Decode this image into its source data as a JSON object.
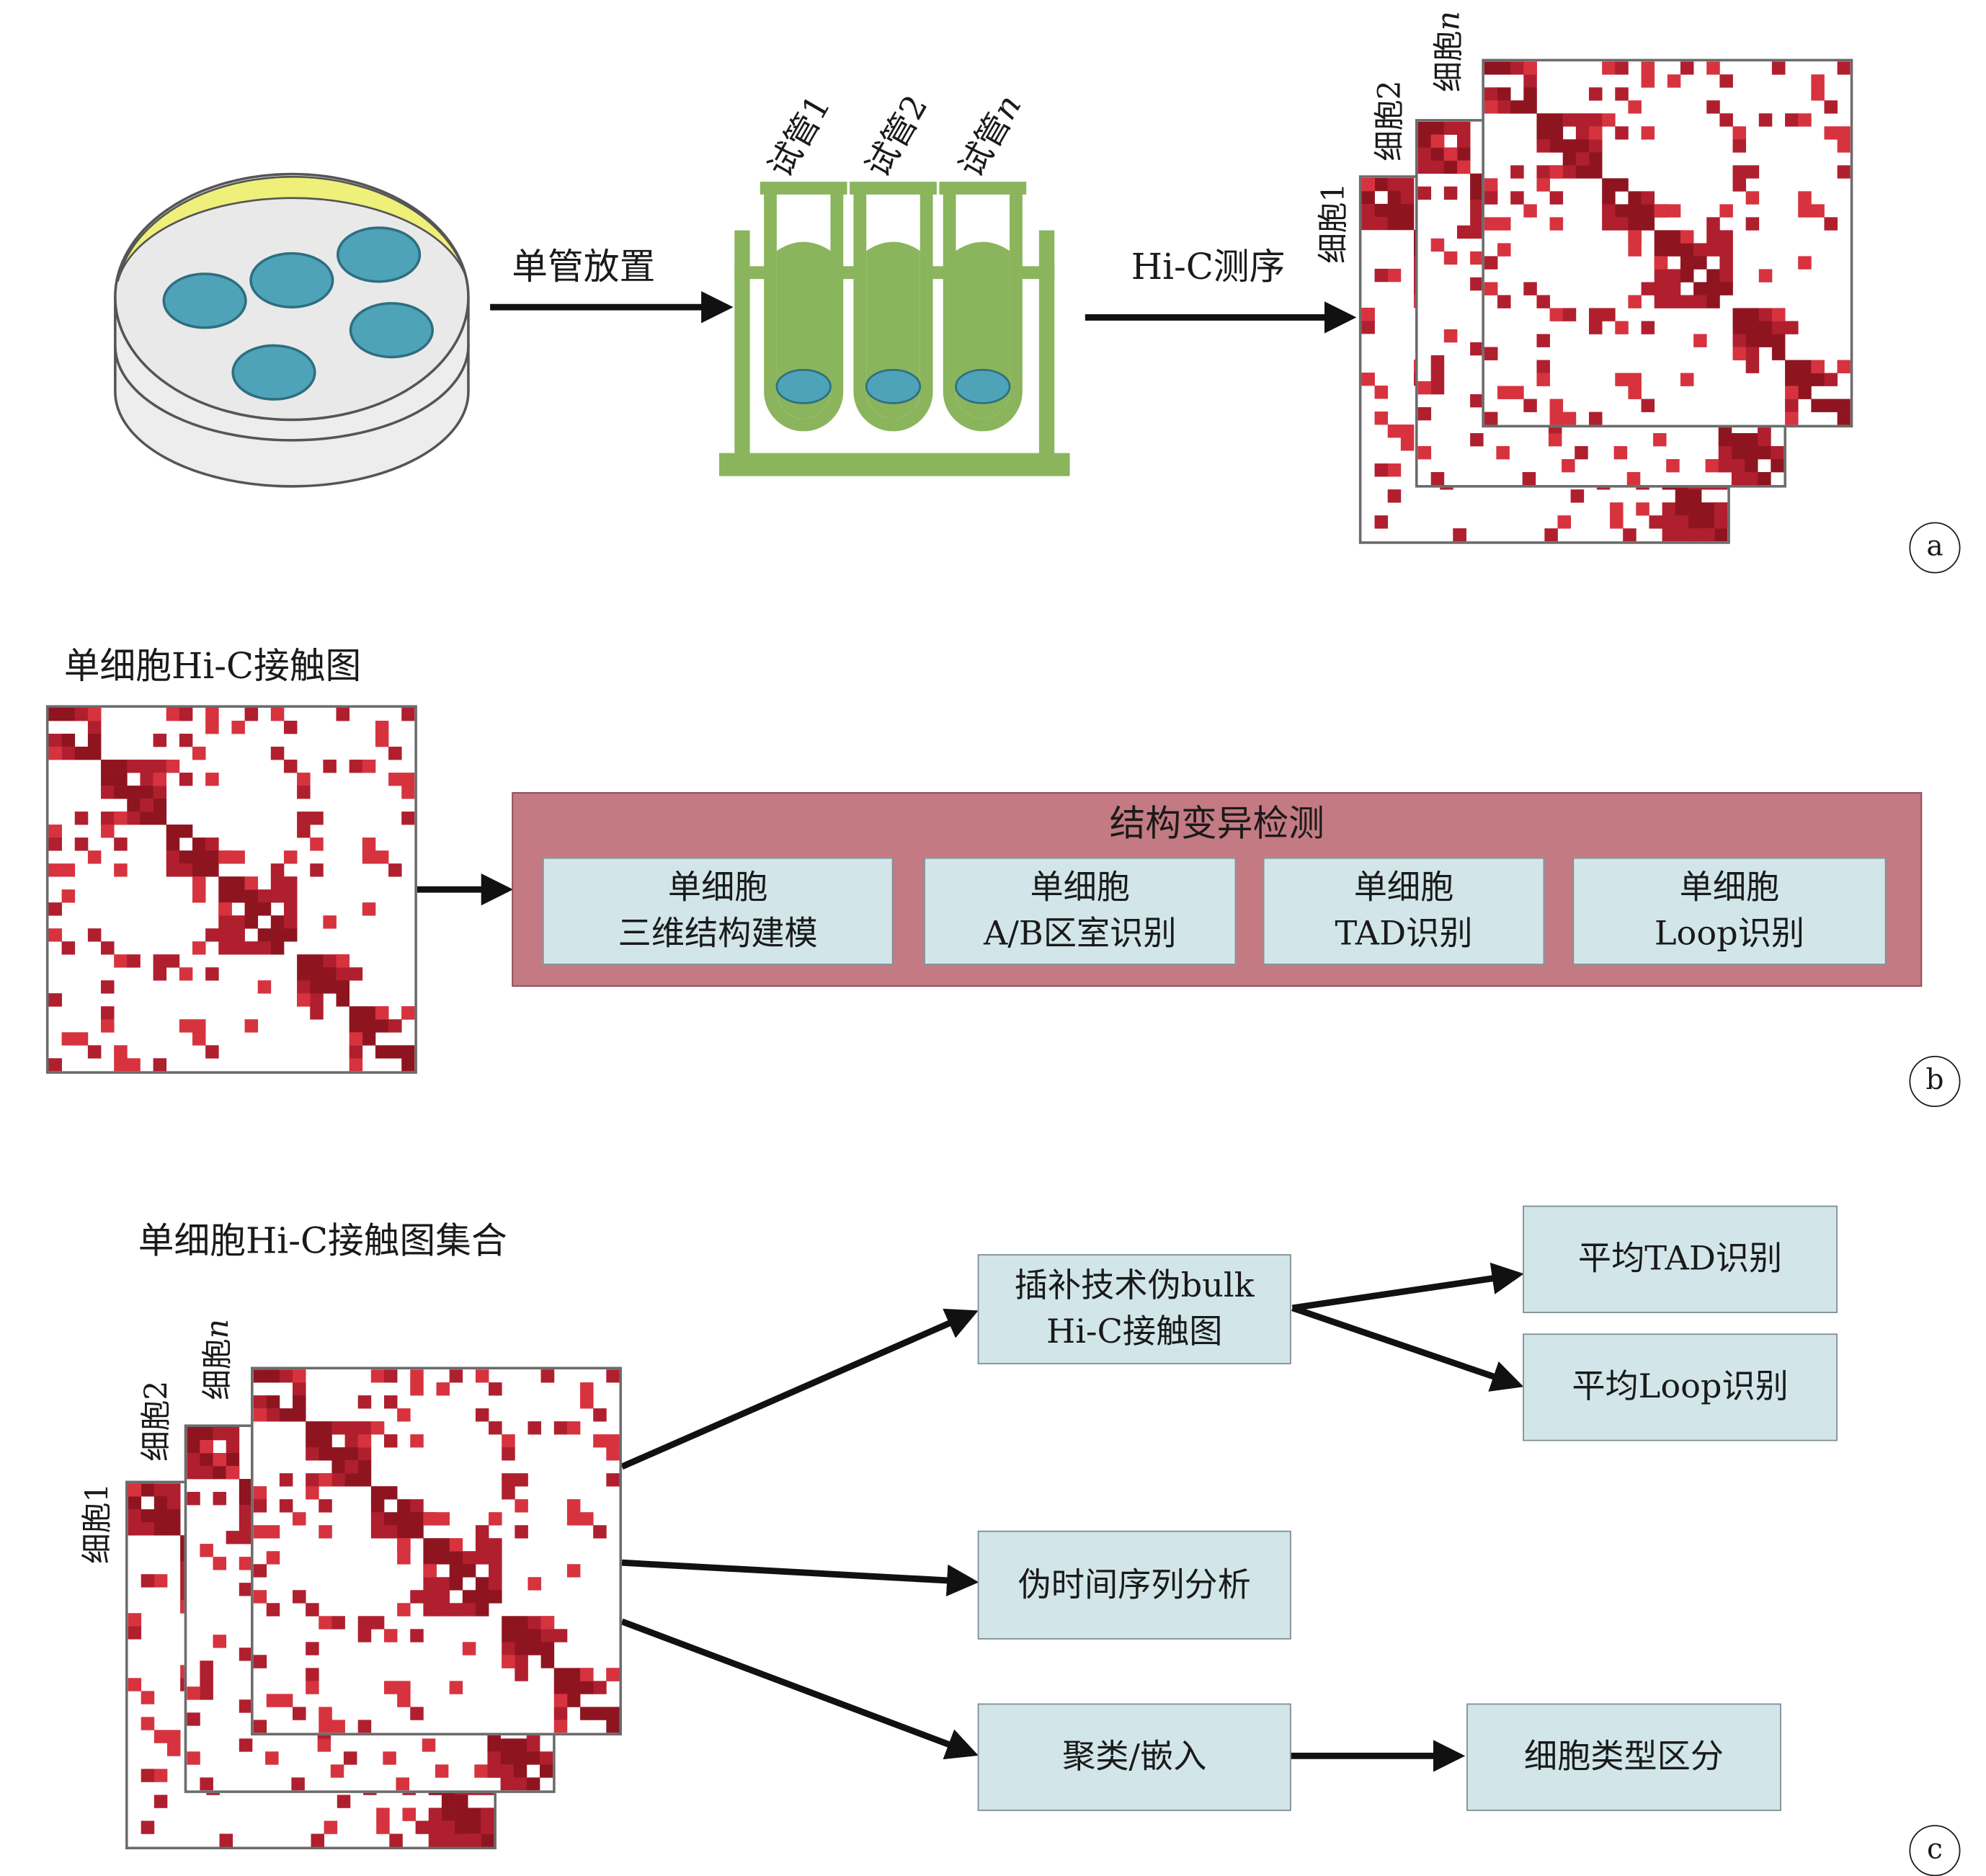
{
  "panel_a": {
    "step1_label": "单管放置",
    "tube_labels": [
      "试管1",
      "试管2",
      "试管"
    ],
    "tube_n": "n",
    "step2_label": "Hi-C测序",
    "cell_labels": [
      "细胞1",
      "细胞2",
      "细胞"
    ],
    "cell_n": "n",
    "letter": "a"
  },
  "panel_b": {
    "map_title": "单细胞Hi-C接触图",
    "sv_title": "结构变异检测",
    "boxes": [
      {
        "line1": "单细胞",
        "line2": "三维结构建模"
      },
      {
        "line1": "单细胞",
        "line2": "A/B区室识别"
      },
      {
        "line1": "单细胞",
        "line2": "TAD识别"
      },
      {
        "line1": "单细胞",
        "line2": "Loop识别"
      }
    ],
    "letter": "b"
  },
  "panel_c": {
    "set_title": "单细胞Hi-C接触图集合",
    "cell_labels": [
      "细胞1",
      "细胞2",
      "细胞"
    ],
    "cell_n": "n",
    "impute_line1": "插补技术伪bulk",
    "impute_line2": "Hi-C接触图",
    "avg_tad": "平均TAD识别",
    "avg_loop": "平均Loop识别",
    "pseudotime": "伪时间序列分析",
    "cluster": "聚类/嵌入",
    "celltype": "细胞类型区分",
    "letter": "c"
  },
  "colors": {
    "box_fill": "#d2e6ea",
    "sv_panel_fill": "#c47a82",
    "tube_green": "#8ab55c",
    "dish_yellow": "#eef07a",
    "colony_blue": "#4fa3b8",
    "contact_dark": "#8e1520",
    "contact_mid": "#b01f2e",
    "contact_light": "#d6333f"
  },
  "icons": [
    "petri-dish-icon",
    "test-tube-rack-icon",
    "contact-map-icon",
    "arrow-icon"
  ]
}
